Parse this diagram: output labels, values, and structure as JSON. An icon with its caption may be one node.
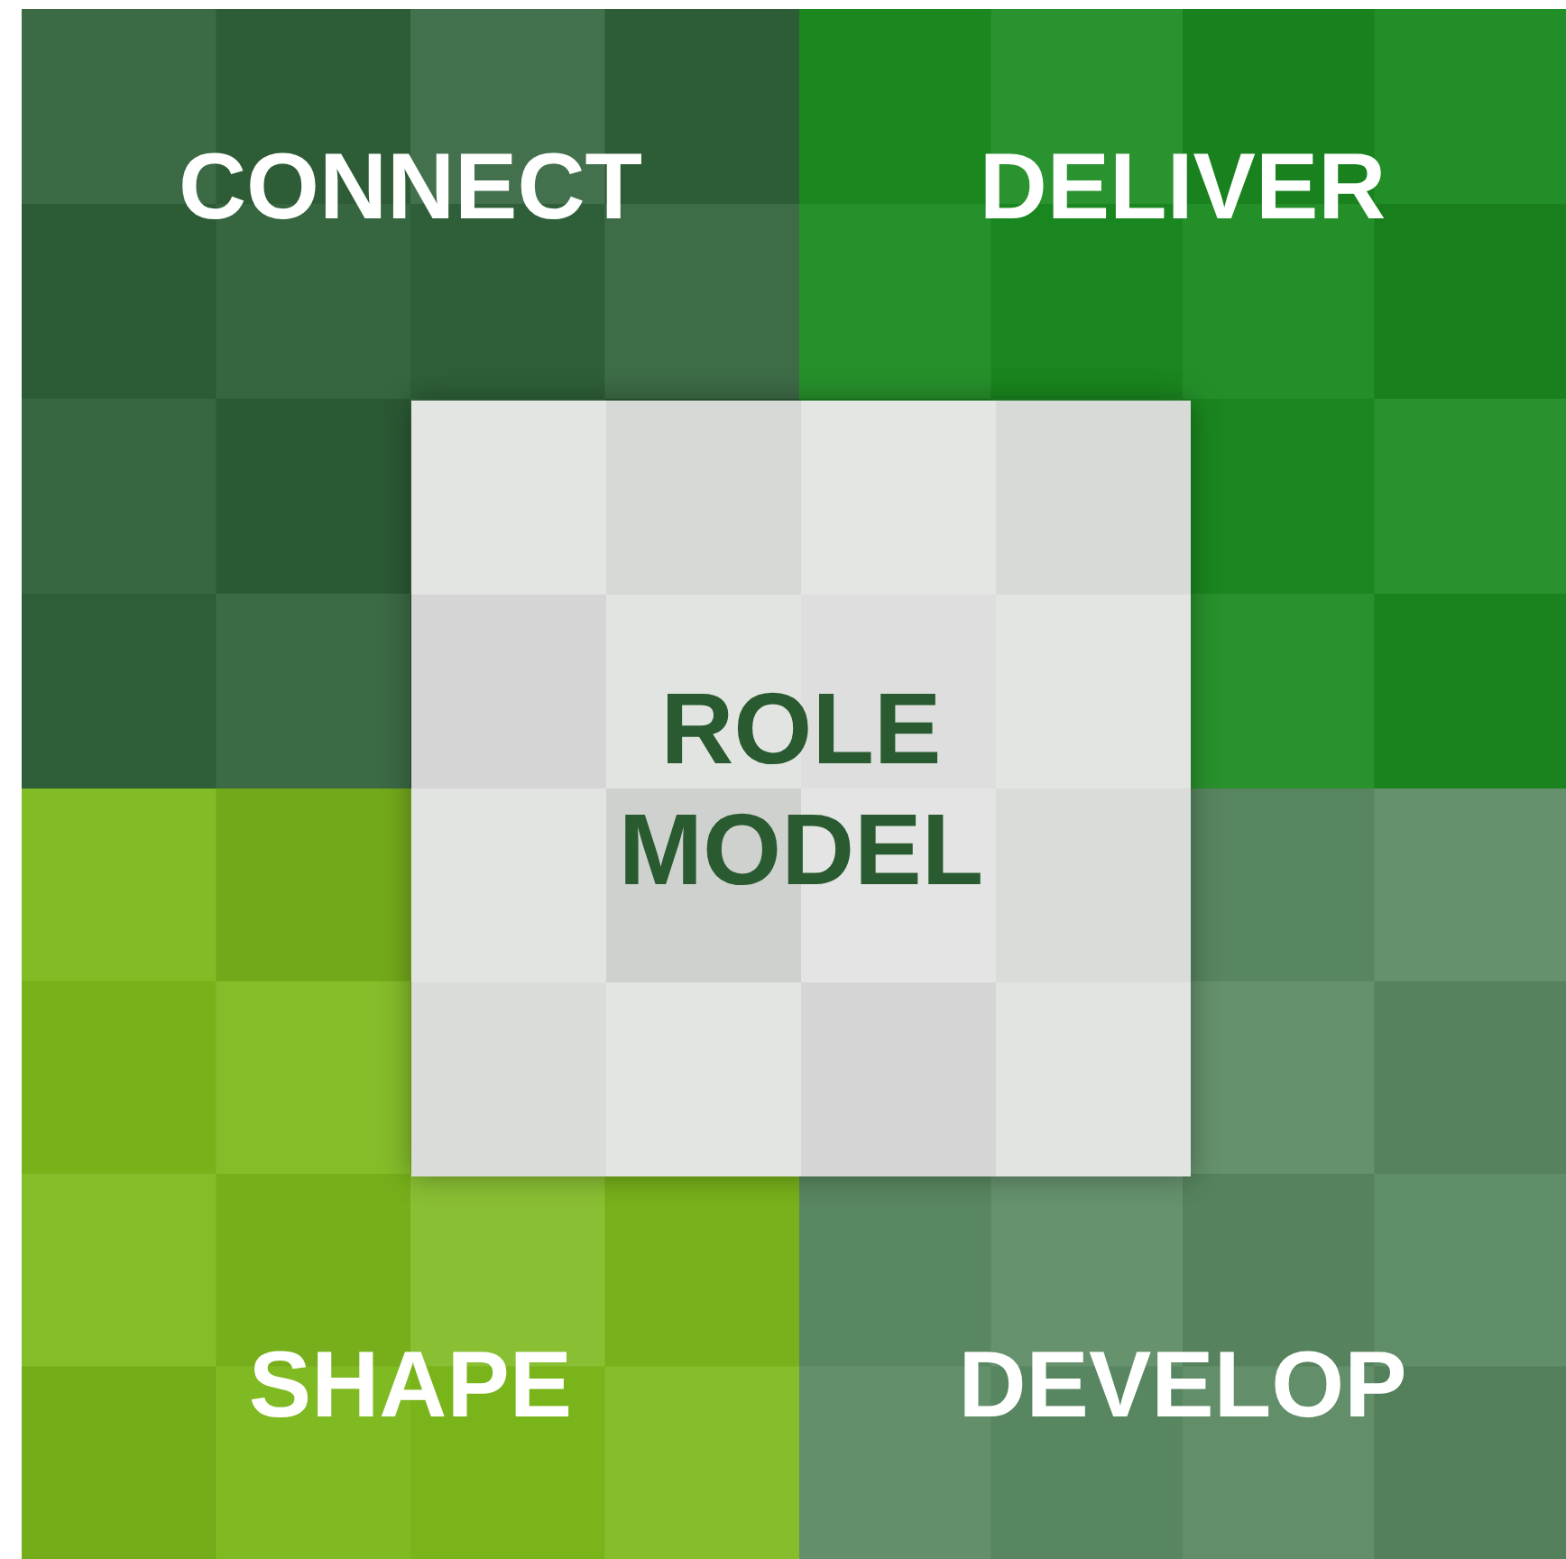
{
  "diagram": {
    "nodes": [
      {
        "text": [
          "CONNECT"
        ]
      },
      {
        "text": [
          "DELIVER"
        ]
      },
      {
        "text": [
          "SHAPE"
        ]
      },
      {
        "text": [
          "DEVELOP"
        ]
      },
      {
        "text": [
          "ROLE MODEL"
        ]
      }
    ]
  }
}
